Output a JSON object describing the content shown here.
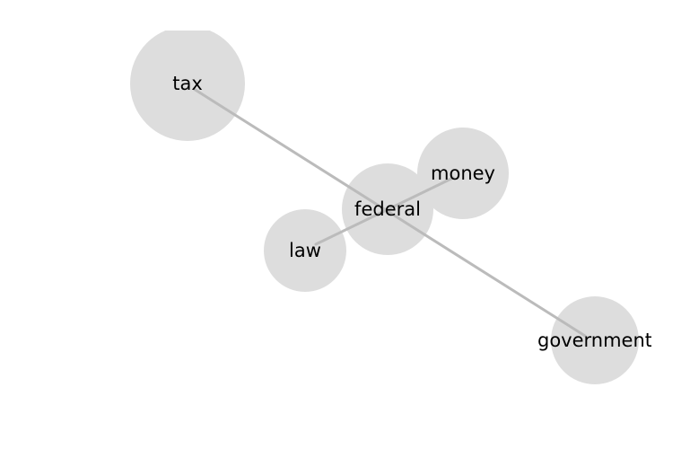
{
  "diagram": {
    "type": "network-graph",
    "colors": {
      "node_fill": "#dddddd",
      "edge_stroke": "#bbbbbb",
      "label": "#000000",
      "background": "#ffffff"
    },
    "nodes": [
      {
        "id": "tax",
        "label": "tax"
      },
      {
        "id": "money",
        "label": "money"
      },
      {
        "id": "federal",
        "label": "federal"
      },
      {
        "id": "law",
        "label": "law"
      },
      {
        "id": "government",
        "label": "government"
      }
    ],
    "edges": [
      {
        "source": "tax",
        "target": "government"
      },
      {
        "source": "law",
        "target": "money"
      }
    ]
  }
}
